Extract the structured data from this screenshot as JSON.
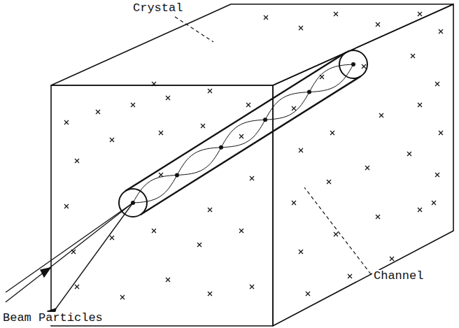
{
  "diagram": {
    "labels": [
      "Crystal",
      "Channel",
      "Beam Particles"
    ]
  }
}
